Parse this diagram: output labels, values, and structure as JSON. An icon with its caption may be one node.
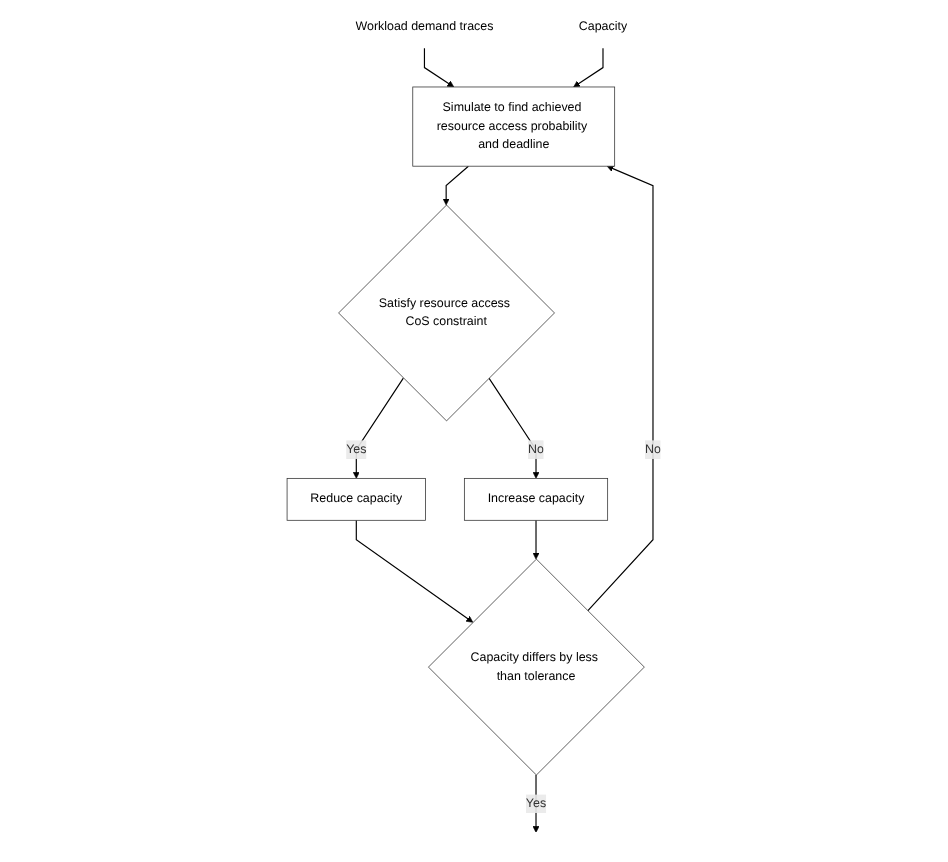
{
  "diagram": {
    "nodes": [
      {
        "text": [
          "Workload demand traces"
        ]
      },
      {
        "text": [
          "Capacity"
        ]
      },
      {
        "text": [
          "Capacity differs by less than tolerance"
        ]
      },
      {
        "text": [
          "Simulate to find achieved resource access probability and deadline"
        ]
      },
      {
        "text": [
          "Satisfy resource access CoS constraint"
        ]
      },
      {
        "text": [
          "Reduce capacity"
        ]
      },
      {
        "text": [
          "Increase capacity"
        ]
      }
    ],
    "edges": [
      {
        "from": 2,
        "to": null,
        "arrow": "to",
        "label": "Yes"
      },
      {
        "from": 0,
        "to": 3,
        "arrow": "to"
      },
      {
        "from": 1,
        "to": 3,
        "arrow": "to"
      },
      {
        "from": 2,
        "to": 3,
        "arrow": "to",
        "label": "No"
      },
      {
        "from": 3,
        "to": 4,
        "arrow": "to"
      },
      {
        "from": 4,
        "to": 5,
        "arrow": "to",
        "label": "Yes"
      },
      {
        "from": 4,
        "to": 6,
        "arrow": "to",
        "label": "No"
      },
      {
        "from": 5,
        "to": 2,
        "arrow": "to"
      },
      {
        "from": 6,
        "to": 2,
        "arrow": "to"
      }
    ]
  }
}
